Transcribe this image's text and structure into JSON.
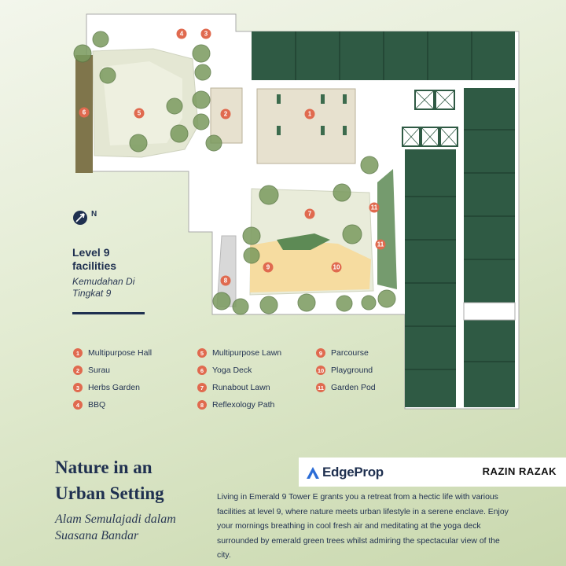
{
  "map": {
    "level_title": "Level 9 facilities",
    "level_subtitle_ms": "Kemudahan Di Tingkat 9",
    "north_label": "N",
    "markers": [
      "1",
      "2",
      "3",
      "4",
      "5",
      "6",
      "7",
      "8",
      "9",
      "10",
      "11"
    ]
  },
  "legend": {
    "columns": [
      [
        {
          "num": "1",
          "label": "Multipurpose Hall"
        },
        {
          "num": "2",
          "label": "Surau"
        },
        {
          "num": "3",
          "label": "Herbs Garden"
        },
        {
          "num": "4",
          "label": "BBQ"
        }
      ],
      [
        {
          "num": "5",
          "label": "Multipurpose Lawn"
        },
        {
          "num": "6",
          "label": "Yoga Deck"
        },
        {
          "num": "7",
          "label": "Runabout Lawn"
        },
        {
          "num": "8",
          "label": "Reflexology Path"
        }
      ],
      [
        {
          "num": "9",
          "label": "Parcourse"
        },
        {
          "num": "10",
          "label": "Playground"
        },
        {
          "num": "11",
          "label": "Garden Pod"
        }
      ]
    ]
  },
  "headline": {
    "line1": "Nature in an",
    "line2": "Urban Setting",
    "ms_line1": "Alam Semulajadi dalam",
    "ms_line2": "Suasana Bandar"
  },
  "body_text": "Living in Emerald 9 Tower E grants you a retreat from a hectic life with various facilities at level 9, where nature meets urban lifestyle in a serene enclave. Enjoy your mornings breathing in cool fresh air and meditating at the yoga deck surrounded by emerald green trees whilst admiring the spectacular view of the city.",
  "watermark": {
    "brand": "EdgeProp",
    "author": "RAZIN RAZAK"
  },
  "colors": {
    "accent_marker": "#e06a4f",
    "tower_green": "#2f5a44",
    "navy_text": "#1f3050",
    "lawn": "#e9ecda",
    "playground": "#f6dca0",
    "hall": "#e7e1cf"
  }
}
